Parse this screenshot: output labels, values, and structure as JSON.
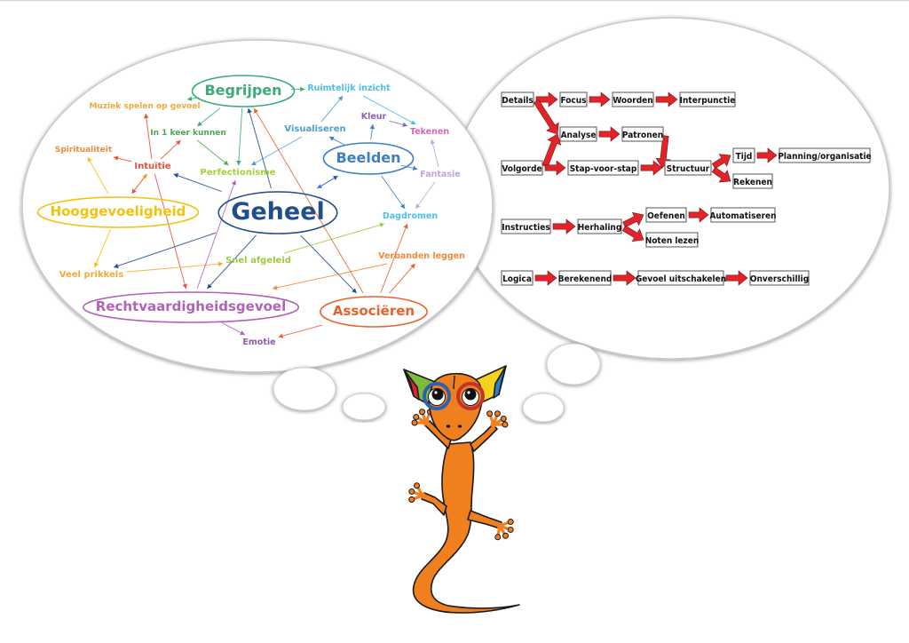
{
  "mindmap": {
    "nodes": [
      {
        "id": "geheel",
        "label": "Geheel",
        "color": "#1f4e8c",
        "level": "main"
      },
      {
        "id": "begrijpen",
        "label": "Begrijpen",
        "color": "#3cab7a",
        "level": "main"
      },
      {
        "id": "beelden",
        "label": "Beelden",
        "color": "#3f7fc3",
        "level": "main"
      },
      {
        "id": "hooggevoeligheid",
        "label": "Hooggevoeligheid",
        "color": "#f2c20f",
        "level": "main"
      },
      {
        "id": "rechtvaardigheidsgevoel",
        "label": "Rechtvaardigheidsgevoel",
        "color": "#b063b7",
        "level": "main"
      },
      {
        "id": "associeren",
        "label": "Associëren",
        "color": "#e8622c",
        "level": "main"
      },
      {
        "id": "muziek",
        "label": "Muziek spelen op gevoel",
        "color": "#f4a73a",
        "level": "sub"
      },
      {
        "id": "in1keer",
        "label": "In 1 keer kunnen",
        "color": "#4aa84e",
        "level": "sub"
      },
      {
        "id": "ruimtelijk",
        "label": "Ruimtelijk inzicht",
        "color": "#4ec0e6",
        "level": "sub"
      },
      {
        "id": "visualiseren",
        "label": "Visualiseren",
        "color": "#4c9fd9",
        "level": "sub"
      },
      {
        "id": "kleur",
        "label": "Kleur",
        "color": "#8a62b8",
        "level": "sub"
      },
      {
        "id": "tekenen",
        "label": "Tekenen",
        "color": "#d468b8",
        "level": "sub"
      },
      {
        "id": "spiritualiteit",
        "label": "Spiritualiteit",
        "color": "#f08a3c",
        "level": "sub"
      },
      {
        "id": "intuitie",
        "label": "Intuïtie",
        "color": "#e8503a",
        "level": "sub"
      },
      {
        "id": "perfectionisme",
        "label": "Perfectionisme",
        "color": "#a6cf3a",
        "level": "sub"
      },
      {
        "id": "fantasie",
        "label": "Fantasie",
        "color": "#c5a3d8",
        "level": "sub"
      },
      {
        "id": "dagdromen",
        "label": "Dagdromen",
        "color": "#4ec0e6",
        "level": "sub"
      },
      {
        "id": "snelafgeleid",
        "label": "Snel afgeleid",
        "color": "#9ccc3c",
        "level": "sub"
      },
      {
        "id": "veelprikkels",
        "label": "Veel prikkels",
        "color": "#f5a83a",
        "level": "sub"
      },
      {
        "id": "verbanden",
        "label": "Verbanden leggen",
        "color": "#f28a3a",
        "level": "sub"
      },
      {
        "id": "emotie",
        "label": "Emotie",
        "color": "#8a5cb0",
        "level": "sub"
      }
    ],
    "edges": [
      {
        "from": "begrijpen",
        "to": "muziek"
      },
      {
        "from": "begrijpen",
        "to": "in1keer"
      },
      {
        "from": "begrijpen",
        "to": "perfectionisme"
      },
      {
        "from": "begrijpen",
        "to": "ruimtelijk"
      },
      {
        "from": "in1keer",
        "to": "perfectionisme"
      },
      {
        "from": "visualiseren",
        "to": "ruimtelijk"
      },
      {
        "from": "visualiseren",
        "to": "perfectionisme"
      },
      {
        "from": "ruimtelijk",
        "to": "tekenen"
      },
      {
        "from": "beelden",
        "to": "visualiseren"
      },
      {
        "from": "beelden",
        "to": "kleur"
      },
      {
        "from": "kleur",
        "to": "tekenen"
      },
      {
        "from": "beelden",
        "to": "fantasie"
      },
      {
        "from": "fantasie",
        "to": "tekenen"
      },
      {
        "from": "fantasie",
        "to": "dagdromen"
      },
      {
        "from": "beelden",
        "to": "dagdromen"
      },
      {
        "from": "geheel",
        "to": "beelden"
      },
      {
        "from": "beelden",
        "to": "geheel"
      },
      {
        "from": "geheel",
        "to": "begrijpen"
      },
      {
        "from": "geheel",
        "to": "intuitie"
      },
      {
        "from": "geheel",
        "to": "veelprikkels"
      },
      {
        "from": "geheel",
        "to": "rechtvaardigheidsgevoel"
      },
      {
        "from": "geheel",
        "to": "associeren"
      },
      {
        "from": "intuitie",
        "to": "muziek"
      },
      {
        "from": "intuitie",
        "to": "in1keer"
      },
      {
        "from": "intuitie",
        "to": "spiritualiteit"
      },
      {
        "from": "intuitie",
        "to": "rechtvaardigheidsgevoel"
      },
      {
        "from": "hooggevoeligheid",
        "to": "intuitie"
      },
      {
        "from": "intuitie",
        "to": "hooggevoeligheid"
      },
      {
        "from": "hooggevoeligheid",
        "to": "spiritualiteit"
      },
      {
        "from": "hooggevoeligheid",
        "to": "veelprikkels"
      },
      {
        "from": "veelprikkels",
        "to": "snelafgeleid"
      },
      {
        "from": "snelafgeleid",
        "to": "dagdromen"
      },
      {
        "from": "rechtvaardigheidsgevoel",
        "to": "perfectionisme"
      },
      {
        "from": "rechtvaardigheidsgevoel",
        "to": "emotie"
      },
      {
        "from": "verbanden",
        "to": "rechtvaardigheidsgevoel"
      },
      {
        "from": "associeren",
        "to": "verbanden"
      },
      {
        "from": "associeren",
        "to": "dagdromen"
      },
      {
        "from": "associeren",
        "to": "emotie"
      },
      {
        "from": "associeren",
        "to": "begrijpen"
      }
    ]
  },
  "flowchart": {
    "arrow_color": "#e2242a",
    "nodes": [
      {
        "id": "details",
        "label": "Details"
      },
      {
        "id": "focus",
        "label": "Focus"
      },
      {
        "id": "woorden",
        "label": "Woorden"
      },
      {
        "id": "interpunctie",
        "label": "Interpunctie"
      },
      {
        "id": "analyse",
        "label": "Analyse"
      },
      {
        "id": "patronen",
        "label": "Patronen"
      },
      {
        "id": "volgorde",
        "label": "Volgorde"
      },
      {
        "id": "stapvoorstap",
        "label": "Stap-voor-stap"
      },
      {
        "id": "structuur",
        "label": "Structuur"
      },
      {
        "id": "tijd",
        "label": "Tijd"
      },
      {
        "id": "planning",
        "label": "Planning/organisatie"
      },
      {
        "id": "rekenen",
        "label": "Rekenen"
      },
      {
        "id": "instructies",
        "label": "Instructies"
      },
      {
        "id": "herhaling",
        "label": "Herhaling"
      },
      {
        "id": "oefenen",
        "label": "Oefenen"
      },
      {
        "id": "automatiseren",
        "label": "Automatiseren"
      },
      {
        "id": "notenlezen",
        "label": "Noten lezen"
      },
      {
        "id": "logica",
        "label": "Logica"
      },
      {
        "id": "berekenend",
        "label": "Berekenend"
      },
      {
        "id": "gevoel",
        "label": "Gevoel uitschakelen"
      },
      {
        "id": "onverschillig",
        "label": "Onverschillig"
      }
    ],
    "edges": [
      {
        "from": "details",
        "to": "focus"
      },
      {
        "from": "focus",
        "to": "woorden"
      },
      {
        "from": "woorden",
        "to": "interpunctie"
      },
      {
        "from": "details",
        "to": "analyse"
      },
      {
        "from": "analyse",
        "to": "patronen"
      },
      {
        "from": "volgorde",
        "to": "analyse"
      },
      {
        "from": "patronen",
        "to": "structuur"
      },
      {
        "from": "volgorde",
        "to": "stapvoorstap"
      },
      {
        "from": "stapvoorstap",
        "to": "structuur"
      },
      {
        "from": "structuur",
        "to": "tijd"
      },
      {
        "from": "tijd",
        "to": "planning"
      },
      {
        "from": "structuur",
        "to": "rekenen"
      },
      {
        "from": "instructies",
        "to": "herhaling"
      },
      {
        "from": "herhaling",
        "to": "oefenen"
      },
      {
        "from": "oefenen",
        "to": "automatiseren"
      },
      {
        "from": "herhaling",
        "to": "notenlezen"
      },
      {
        "from": "logica",
        "to": "berekenend"
      },
      {
        "from": "berekenend",
        "to": "gevoel"
      },
      {
        "from": "gevoel",
        "to": "onverschillig"
      }
    ]
  },
  "mascot": {
    "name": "gecko",
    "body_color": "#f07f1e",
    "outline_color": "#1a1a1a",
    "left_glass_color": "#2f5fb0",
    "right_glass_color": "#c0342e",
    "left_wing_colors": [
      "#7dbb3a",
      "#e2242a"
    ],
    "right_wing_colors": [
      "#f7d21a",
      "#2f7fc8"
    ]
  }
}
